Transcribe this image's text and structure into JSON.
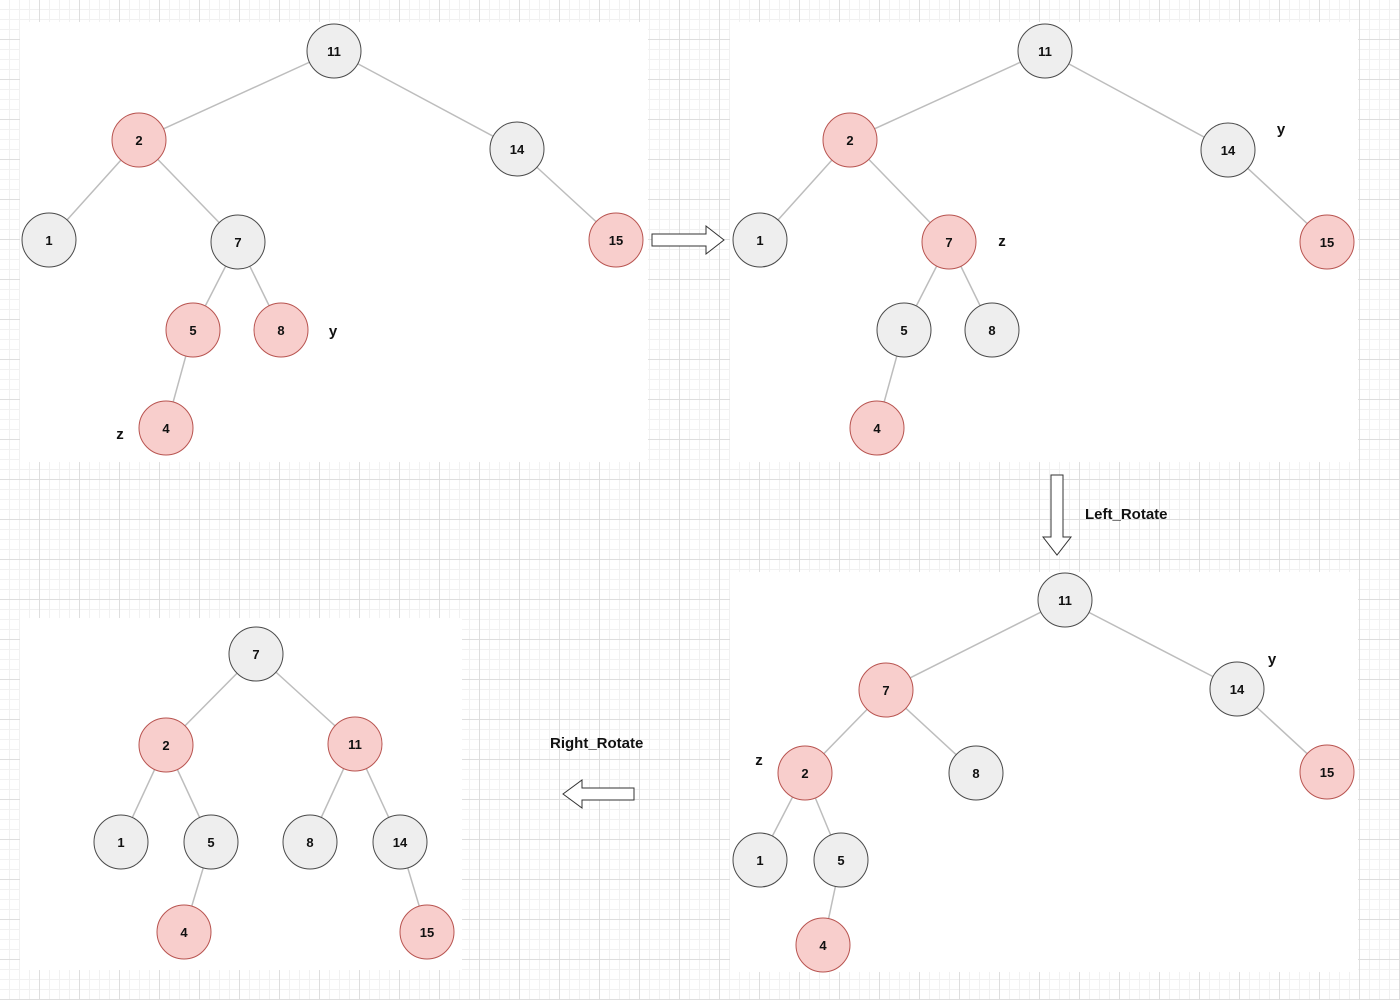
{
  "colors": {
    "black_node": "#eeeeee",
    "red_node": "#f8cecc",
    "edge": "#bdbdbd"
  },
  "steps": {
    "left_rotate": "Left_Rotate",
    "right_rotate": "Right_Rotate"
  },
  "trees": [
    {
      "id": "tree-1",
      "nodes": [
        {
          "key": "11",
          "color": "black"
        },
        {
          "key": "2",
          "color": "red"
        },
        {
          "key": "14",
          "color": "black"
        },
        {
          "key": "1",
          "color": "black"
        },
        {
          "key": "7",
          "color": "black"
        },
        {
          "key": "15",
          "color": "red"
        },
        {
          "key": "5",
          "color": "red"
        },
        {
          "key": "8",
          "color": "red"
        },
        {
          "key": "4",
          "color": "red"
        }
      ],
      "markers": [
        {
          "text": "y",
          "node": "8"
        },
        {
          "text": "z",
          "node": "4"
        }
      ]
    },
    {
      "id": "tree-2",
      "nodes": [
        {
          "key": "11",
          "color": "black"
        },
        {
          "key": "2",
          "color": "red"
        },
        {
          "key": "14",
          "color": "black"
        },
        {
          "key": "1",
          "color": "black"
        },
        {
          "key": "7",
          "color": "red"
        },
        {
          "key": "15",
          "color": "red"
        },
        {
          "key": "5",
          "color": "black"
        },
        {
          "key": "8",
          "color": "black"
        },
        {
          "key": "4",
          "color": "red"
        }
      ],
      "markers": [
        {
          "text": "y",
          "node": "14"
        },
        {
          "text": "z",
          "node": "7"
        }
      ]
    },
    {
      "id": "tree-3",
      "nodes": [
        {
          "key": "11",
          "color": "black"
        },
        {
          "key": "7",
          "color": "red"
        },
        {
          "key": "14",
          "color": "black"
        },
        {
          "key": "2",
          "color": "red"
        },
        {
          "key": "8",
          "color": "black"
        },
        {
          "key": "15",
          "color": "red"
        },
        {
          "key": "1",
          "color": "black"
        },
        {
          "key": "5",
          "color": "black"
        },
        {
          "key": "4",
          "color": "red"
        }
      ],
      "markers": [
        {
          "text": "y",
          "node": "14"
        },
        {
          "text": "z",
          "node": "2"
        }
      ]
    },
    {
      "id": "tree-4",
      "nodes": [
        {
          "key": "7",
          "color": "black"
        },
        {
          "key": "2",
          "color": "red"
        },
        {
          "key": "11",
          "color": "red"
        },
        {
          "key": "1",
          "color": "black"
        },
        {
          "key": "5",
          "color": "black"
        },
        {
          "key": "8",
          "color": "black"
        },
        {
          "key": "14",
          "color": "black"
        },
        {
          "key": "4",
          "color": "red"
        },
        {
          "key": "15",
          "color": "red"
        }
      ],
      "markers": []
    }
  ]
}
